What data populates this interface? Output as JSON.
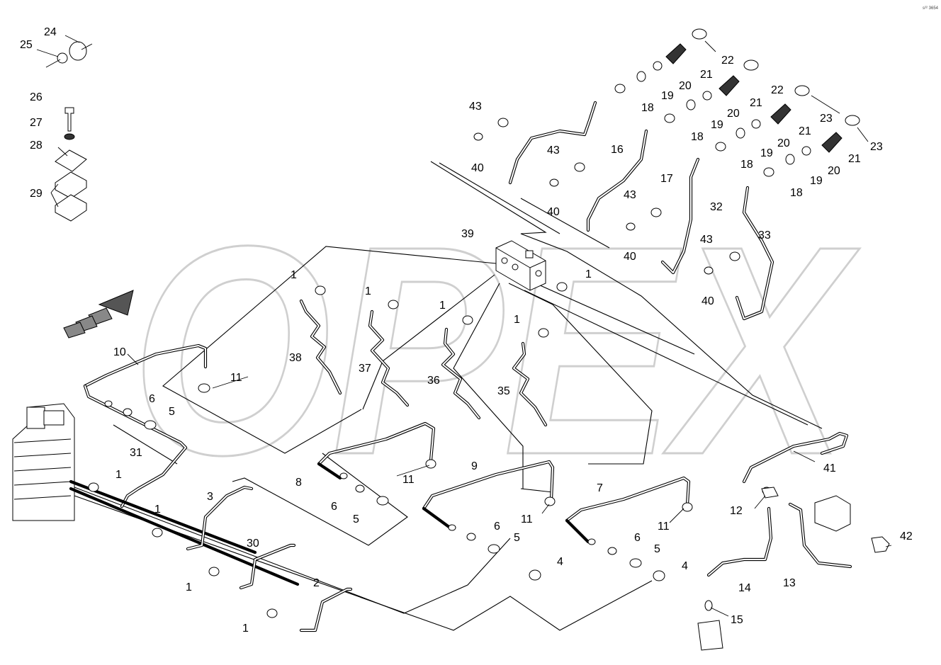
{
  "diagram": {
    "watermark_logo": "OPEX",
    "corner_mark": "s²² 3654",
    "callouts": [
      {
        "id": "c24",
        "text": "24"
      },
      {
        "id": "c25",
        "text": "25"
      },
      {
        "id": "c26",
        "text": "26"
      },
      {
        "id": "c27",
        "text": "27"
      },
      {
        "id": "c28",
        "text": "28"
      },
      {
        "id": "c29",
        "text": "29"
      },
      {
        "id": "c22a",
        "text": "22"
      },
      {
        "id": "c21a",
        "text": "21"
      },
      {
        "id": "c20a",
        "text": "20"
      },
      {
        "id": "c19a",
        "text": "19"
      },
      {
        "id": "c18a",
        "text": "18"
      },
      {
        "id": "c22b",
        "text": "22"
      },
      {
        "id": "c21b",
        "text": "21"
      },
      {
        "id": "c20b",
        "text": "20"
      },
      {
        "id": "c19b",
        "text": "19"
      },
      {
        "id": "c18b",
        "text": "18"
      },
      {
        "id": "c23a",
        "text": "23"
      },
      {
        "id": "c21c",
        "text": "21"
      },
      {
        "id": "c20c",
        "text": "20"
      },
      {
        "id": "c19c",
        "text": "19"
      },
      {
        "id": "c18c",
        "text": "18"
      },
      {
        "id": "c23b",
        "text": "23"
      },
      {
        "id": "c21d",
        "text": "21"
      },
      {
        "id": "c20d",
        "text": "20"
      },
      {
        "id": "c19d",
        "text": "19"
      },
      {
        "id": "c18d",
        "text": "18"
      },
      {
        "id": "c43a",
        "text": "43"
      },
      {
        "id": "c40a",
        "text": "40"
      },
      {
        "id": "c16",
        "text": "16"
      },
      {
        "id": "c43b",
        "text": "43"
      },
      {
        "id": "c40b",
        "text": "40"
      },
      {
        "id": "c17",
        "text": "17"
      },
      {
        "id": "c43c",
        "text": "43"
      },
      {
        "id": "c40c",
        "text": "40"
      },
      {
        "id": "c32",
        "text": "32"
      },
      {
        "id": "c33",
        "text": "33"
      },
      {
        "id": "c43d",
        "text": "43"
      },
      {
        "id": "c40d",
        "text": "40"
      },
      {
        "id": "c39",
        "text": "39"
      },
      {
        "id": "c1a",
        "text": "1"
      },
      {
        "id": "c1b",
        "text": "1"
      },
      {
        "id": "c1c",
        "text": "1"
      },
      {
        "id": "c1d",
        "text": "1"
      },
      {
        "id": "c1e",
        "text": "1"
      },
      {
        "id": "c38",
        "text": "38"
      },
      {
        "id": "c37",
        "text": "37"
      },
      {
        "id": "c36",
        "text": "36"
      },
      {
        "id": "c35",
        "text": "35"
      },
      {
        "id": "c10",
        "text": "10"
      },
      {
        "id": "c11a",
        "text": "11"
      },
      {
        "id": "c6a",
        "text": "6"
      },
      {
        "id": "c5a",
        "text": "5"
      },
      {
        "id": "c31",
        "text": "31"
      },
      {
        "id": "c1f",
        "text": "1"
      },
      {
        "id": "c1g",
        "text": "1"
      },
      {
        "id": "c1h",
        "text": "1"
      },
      {
        "id": "c1i",
        "text": "1"
      },
      {
        "id": "c3",
        "text": "3"
      },
      {
        "id": "c30",
        "text": "30"
      },
      {
        "id": "c2",
        "text": "2"
      },
      {
        "id": "c8",
        "text": "8"
      },
      {
        "id": "c6b",
        "text": "6"
      },
      {
        "id": "c5b",
        "text": "5"
      },
      {
        "id": "c11b",
        "text": "11"
      },
      {
        "id": "c9",
        "text": "9"
      },
      {
        "id": "c11c",
        "text": "11"
      },
      {
        "id": "c6c",
        "text": "6"
      },
      {
        "id": "c5c",
        "text": "5"
      },
      {
        "id": "c4a",
        "text": "4"
      },
      {
        "id": "c7",
        "text": "7"
      },
      {
        "id": "c11d",
        "text": "11"
      },
      {
        "id": "c6d",
        "text": "6"
      },
      {
        "id": "c5d",
        "text": "5"
      },
      {
        "id": "c4b",
        "text": "4"
      },
      {
        "id": "c41",
        "text": "41"
      },
      {
        "id": "c12",
        "text": "12"
      },
      {
        "id": "c42",
        "text": "42"
      },
      {
        "id": "c14",
        "text": "14"
      },
      {
        "id": "c13",
        "text": "13"
      },
      {
        "id": "c15",
        "text": "15"
      }
    ]
  }
}
